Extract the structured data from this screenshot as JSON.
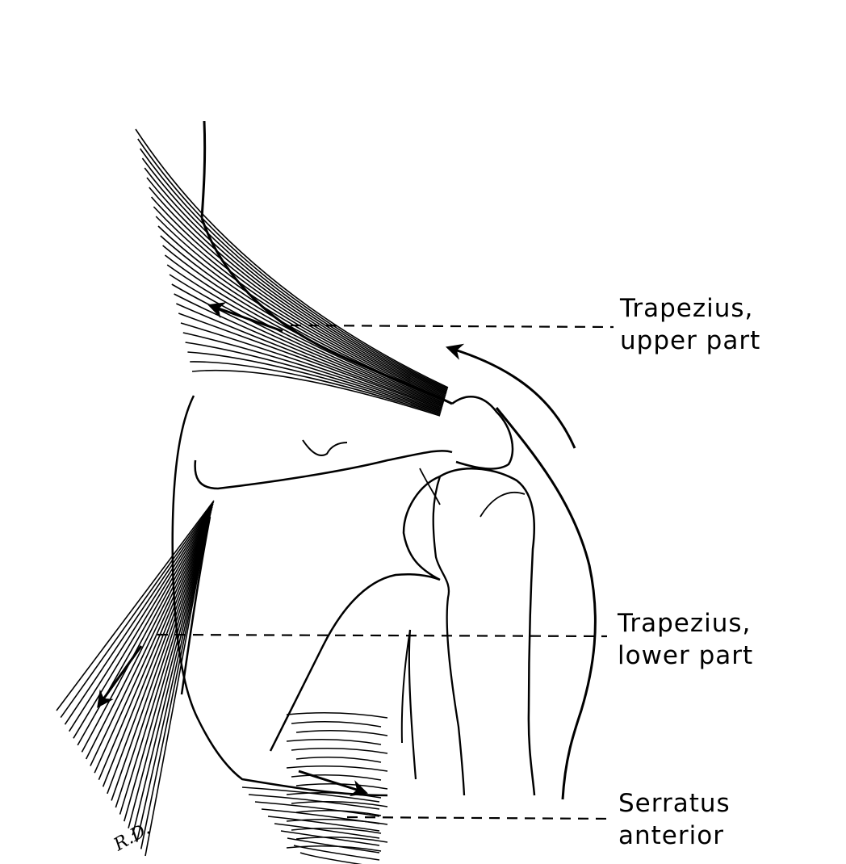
{
  "labels": {
    "trapezius_upper": {
      "line1": "Trapezius,",
      "line2": "upper part"
    },
    "trapezius_lower": {
      "line1": "Trapezius,",
      "line2": "lower part"
    },
    "serratus_anterior": {
      "line1": "Serratus",
      "line2": "anterior"
    }
  },
  "signature": "R.D.",
  "colors": {
    "ink": "#000000",
    "paper": "#ffffff"
  }
}
